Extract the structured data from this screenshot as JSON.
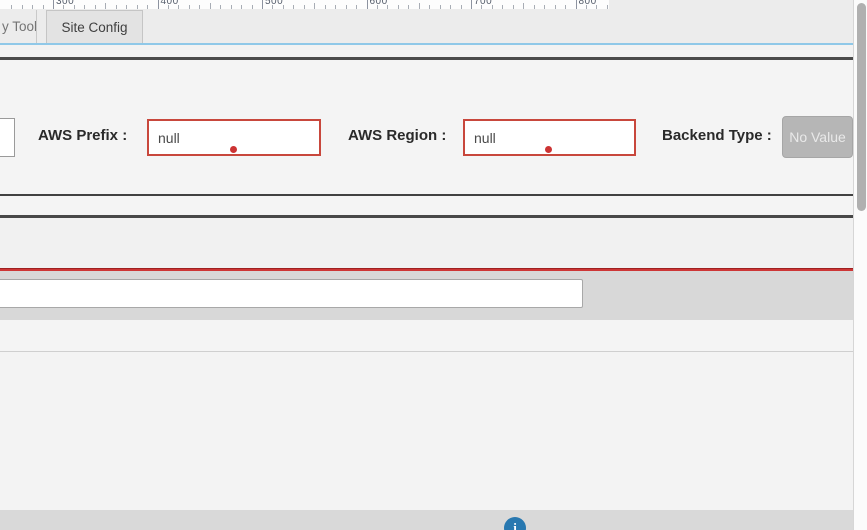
{
  "ruler": {
    "numbers": [
      "300",
      "400",
      "500",
      "600",
      "700",
      "800"
    ]
  },
  "tabs": {
    "partial_label": "y Tool",
    "active_label": "Site Config"
  },
  "form": {
    "aws_prefix": {
      "label": "AWS Prefix :",
      "value": "null"
    },
    "aws_region": {
      "label": "AWS Region :",
      "value": "null"
    },
    "backend_type": {
      "label": "Backend Type :",
      "value": "No Value"
    }
  },
  "icons": {
    "info": "i"
  },
  "colors": {
    "error_border": "#c8473c",
    "error_dot": "#cc3333",
    "tab_underline_blue": "#8fc8e8",
    "info_circle_blue": "#2878b0",
    "divider_red": "#cd3636"
  }
}
